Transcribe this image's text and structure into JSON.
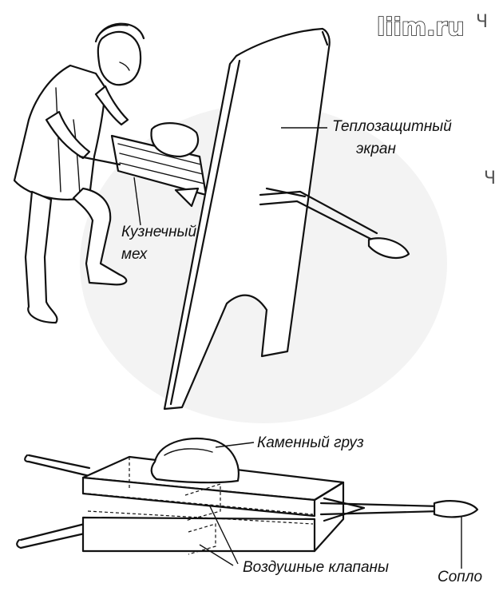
{
  "watermark": "liim.ru",
  "margin_marks": [
    "Ч",
    "Ч"
  ],
  "labels": {
    "heat_shield": [
      "Теплозащитный",
      "экран"
    ],
    "bellows": [
      "Кузнечный",
      "мех"
    ],
    "stone_weight": "Каменный груз",
    "air_valves": "Воздушные клапаны",
    "nozzle": "Сопло"
  },
  "colors": {
    "ink": "#111111",
    "paper": "#ffffff"
  }
}
